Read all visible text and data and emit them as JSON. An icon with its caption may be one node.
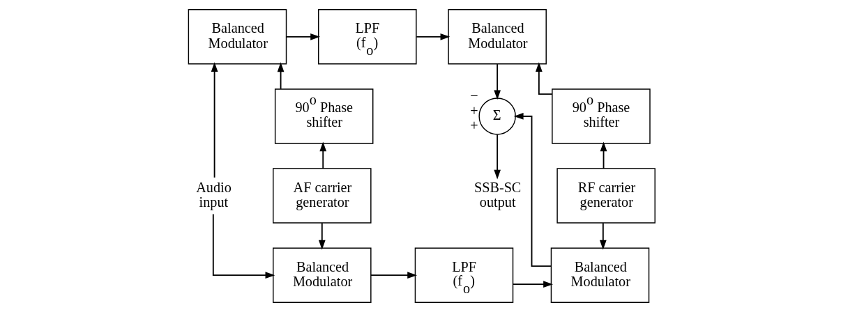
{
  "diagram": {
    "nodes": [
      {
        "text": [
          "Balanced Modulator"
        ]
      },
      {
        "text": [
          "LPF (f$_{o}$)"
        ]
      },
      {
        "text": [
          "Balanced Modulator"
        ]
      },
      {
        "text": [
          "90$^{o}$ Phase shifter"
        ]
      },
      {
        "text": [
          "90$^{o}$ Phase shifter"
        ]
      },
      {
        "text": [
          "Σ"
        ],
        "beside": [
          "−",
          "+",
          "+"
        ]
      },
      {
        "text": [
          "Audio input"
        ]
      },
      {
        "text": [
          "AF carrier generator"
        ]
      },
      {
        "text": [
          "RF carrier generator"
        ]
      },
      {
        "text": [
          "SSB-SC output"
        ]
      },
      {
        "text": [
          "Balanced Modulator"
        ]
      },
      {
        "text": [
          "LPF (f$_{o}$)"
        ]
      },
      {
        "text": [
          "Balanced Modulator"
        ]
      }
    ],
    "edges": [
      {
        "from": 6,
        "to": 0,
        "arrow": "to"
      },
      {
        "from": 6,
        "to": 10,
        "arrow": "to"
      },
      {
        "from": 0,
        "to": 1,
        "arrow": "to"
      },
      {
        "from": 1,
        "to": 2,
        "arrow": "to"
      },
      {
        "from": 3,
        "to": 0,
        "arrow": "to"
      },
      {
        "from": 7,
        "to": 3,
        "arrow": "to"
      },
      {
        "from": 7,
        "to": 10,
        "arrow": "to"
      },
      {
        "from": 8,
        "to": 4,
        "arrow": "to"
      },
      {
        "from": 8,
        "to": 12,
        "arrow": "to"
      },
      {
        "from": 4,
        "to": 2,
        "arrow": "to"
      },
      {
        "from": 2,
        "to": 5,
        "arrow": "to"
      },
      {
        "from": 12,
        "to": 5,
        "arrow": "to"
      },
      {
        "from": 5,
        "to": 9,
        "arrow": "to"
      },
      {
        "from": 10,
        "to": 11,
        "arrow": "to"
      },
      {
        "from": 11,
        "to": 12,
        "arrow": "to"
      }
    ]
  }
}
